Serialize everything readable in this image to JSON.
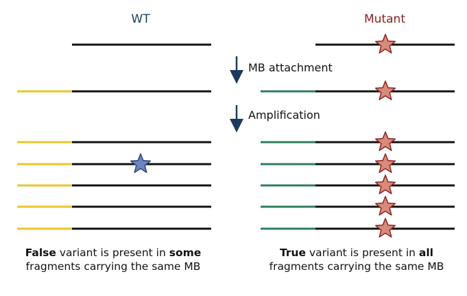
{
  "headers": {
    "wt": "WT",
    "mutant": "Mutant"
  },
  "steps": {
    "attachment": "MB attachment",
    "amplification": "Amplification"
  },
  "captions": {
    "left": {
      "bold1": "False",
      "mid1": " variant is present in ",
      "bold2": "some",
      "line2": "fragments carrying the same MB"
    },
    "right": {
      "bold1": "True",
      "mid1": " variant is present in ",
      "bold2": "all",
      "line2": "fragments carrying the same MB"
    }
  },
  "colors": {
    "strand": "#111111",
    "mb_wt": "#e8c62a",
    "mb_mutant": "#2e7d5b",
    "wt_header": "#1f3a5f",
    "mutant_header": "#8b2323",
    "arrow": "#1f3a5f",
    "star_true": "#d98a7a",
    "star_true_edge": "#8b2323",
    "star_false": "#6b85c0",
    "star_false_edge": "#2f4373"
  }
}
